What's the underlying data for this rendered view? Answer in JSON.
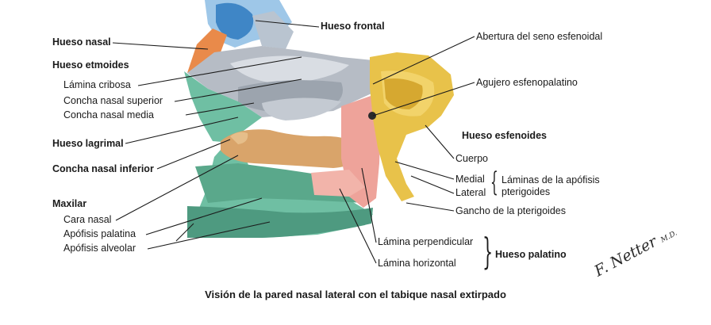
{
  "labels": {
    "hueso_nasal": "Hueso nasal",
    "hueso_frontal": "Hueso frontal",
    "hueso_etmoides": "Hueso etmoides",
    "lamina_cribosa": "Lámina cribosa",
    "concha_nasal_superior": "Concha nasal superior",
    "concha_nasal_media": "Concha nasal media",
    "hueso_lagrimal": "Hueso lagrimal",
    "concha_nasal_inferior": "Concha nasal inferior",
    "maxilar": "Maxilar",
    "cara_nasal": "Cara nasal",
    "apofisis_palatina": "Apófisis palatina",
    "apofisis_alveolar": "Apófisis alveolar",
    "abertura_seno_esfenoidal": "Abertura del seno esfenoidal",
    "agujero_esfenopalatino": "Agujero esfenopalatino",
    "hueso_esfenoides": "Hueso esfenoides",
    "cuerpo": "Cuerpo",
    "medial": "Medial",
    "lateral": "Lateral",
    "laminas_apofisis_1": "Láminas de la apófisis",
    "laminas_apofisis_2": "pterigoides",
    "gancho_pterigoides": "Gancho de la pterigoides",
    "lamina_perpendicular": "Lámina perpendicular",
    "lamina_horizontal": "Lámina horizontal",
    "hueso_palatino": "Hueso palatino"
  },
  "caption": "Visión de la pared nasal lateral con el tabique nasal extirpado",
  "signature": {
    "name": "F. Netter",
    "suffix": "M.D."
  },
  "colors": {
    "frontal_blue": "#3f86c6",
    "nasal_orange": "#e98a4a",
    "ethmoid_gray": "#aab2bd",
    "lacrimal_tan": "#d9a46a",
    "maxilla_green": "#6fbfa3",
    "palatine_pink": "#eea39a",
    "sphenoid_yellow": "#e8c24a",
    "leader_line": "#1a1a1a"
  }
}
